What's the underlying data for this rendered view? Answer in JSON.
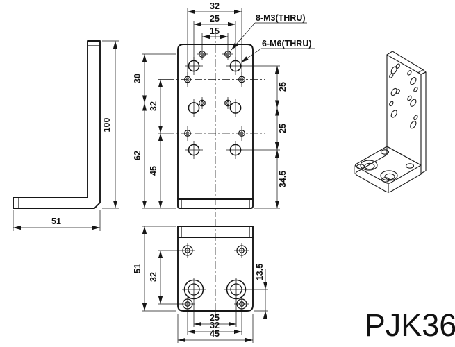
{
  "part_label": "PJK36",
  "callouts": {
    "m3": "8-M3(THRU)",
    "m6": "6-M6(THRU)"
  },
  "side_view": {
    "height": "100",
    "base_depth": "51"
  },
  "front_view": {
    "top_dims": {
      "outer": "32",
      "middle": "25",
      "inner": "15"
    },
    "left_dims": {
      "d30": "30",
      "d32": "32",
      "d62": "62",
      "d45": "45"
    },
    "right_dims": {
      "d25_upper": "25",
      "d25_lower": "25",
      "d34_5": "34.5"
    }
  },
  "bottom_view": {
    "left_dims": {
      "d51": "51",
      "d32": "32"
    },
    "right_dims": {
      "d13_5": "13.5"
    },
    "bottom_dims": {
      "d25": "25",
      "d32": "32",
      "d45": "45"
    }
  },
  "colors": {
    "line": "#161616",
    "background": "#ffffff"
  }
}
